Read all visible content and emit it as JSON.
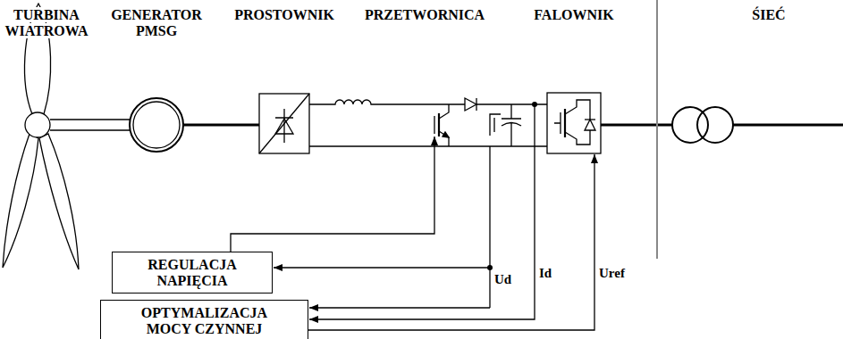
{
  "diagram": {
    "nodes": [
      {
        "text": [
          "REGULACJA NAPIĘCIA"
        ]
      },
      {
        "text": [
          "OPTYMALIZACJA MOCY CZYNNEJ"
        ]
      }
    ],
    "labels": [
      "TURBINA WIATROWA",
      "GENERATOR PMSG",
      "PROSTOWNIK",
      "PRZETWORNICA",
      "FALOWNIK",
      "ŚIEĆ",
      "Ud",
      "Id",
      "Uref"
    ]
  }
}
